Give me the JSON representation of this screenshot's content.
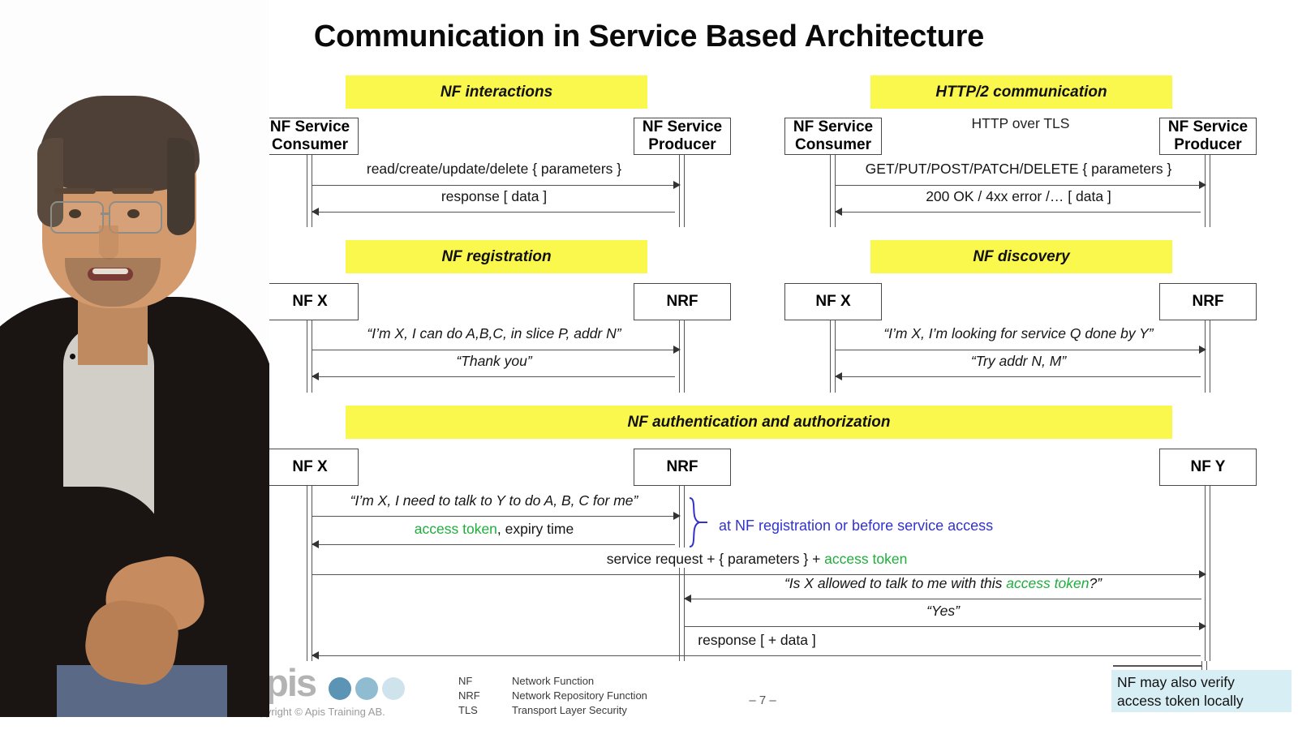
{
  "slide": {
    "title": "Communication in Service Based Architecture",
    "page_number": "– 7 –"
  },
  "panels": [
    {
      "id": "nf-interactions",
      "banner": "NF interactions",
      "sublabel": "",
      "left_actor": "NF Service\nConsumer",
      "left_actor_line1": "NF Service",
      "left_actor_line2": "Consumer",
      "right_actor_line1": "NF Service",
      "right_actor_line2": "Producer",
      "messages": [
        {
          "text": "read/create/update/delete { parameters }",
          "dir": "right",
          "italic": false
        },
        {
          "text": "response [ data ]",
          "dir": "left",
          "italic": false
        }
      ]
    },
    {
      "id": "http2-communication",
      "banner": "HTTP/2 communication",
      "sublabel": "HTTP over TLS",
      "left_actor_line1": "NF Service",
      "left_actor_line2": "Consumer",
      "right_actor_line1": "NF Service",
      "right_actor_line2": "Producer",
      "messages": [
        {
          "text": "GET/PUT/POST/PATCH/DELETE { parameters }",
          "dir": "right",
          "italic": false
        },
        {
          "text": "200 OK / 4xx error /…  [ data ]",
          "dir": "left",
          "italic": false
        }
      ]
    },
    {
      "id": "nf-registration",
      "banner": "NF registration",
      "sublabel": "",
      "left_actor_line1": "NF X",
      "left_actor_line2": "",
      "right_actor_line1": "NRF",
      "right_actor_line2": "",
      "messages": [
        {
          "text": "“I’m X, I can do A,B,C, in slice P, addr N”",
          "dir": "right",
          "italic": true
        },
        {
          "text": "“Thank you”",
          "dir": "left",
          "italic": true
        }
      ]
    },
    {
      "id": "nf-discovery",
      "banner": "NF discovery",
      "sublabel": "",
      "left_actor_line1": "NF X",
      "left_actor_line2": "",
      "right_actor_line1": "NRF",
      "right_actor_line2": "",
      "messages": [
        {
          "text": "“I’m X, I’m looking for service Q done by Y”",
          "dir": "right",
          "italic": true
        },
        {
          "text": "“Try addr N, M”",
          "dir": "left",
          "italic": true
        }
      ]
    }
  ],
  "auth_panel": {
    "banner": "NF authentication and authorization",
    "actors": {
      "left": "NF X",
      "middle": "NRF",
      "right": "NF Y"
    },
    "annotation": "at NF registration or before service access",
    "messages": {
      "m1": "“I’m X, I need to talk to Y to do A, B, C for me”",
      "m2_token": "access token",
      "m2_rest": ", expiry time",
      "m3_pre": "service request + { parameters } + ",
      "m3_token": "access token",
      "m4_pre": "“Is X allowed to talk to me with this ",
      "m4_token": "access token",
      "m4_post": "?”",
      "m5": "“Yes”",
      "m6": "response [ + data ]"
    },
    "note_line1": "NF may also verify",
    "note_line2": "access token locally"
  },
  "footer": {
    "logo_text": "apis",
    "copyright": "Copyright © Apis Training AB.",
    "legend": [
      {
        "abbr": "NF",
        "expansion": "Network Function"
      },
      {
        "abbr": "NRF",
        "expansion": "Network Repository Function"
      },
      {
        "abbr": "TLS",
        "expansion": "Transport Layer Security"
      }
    ]
  },
  "colors": {
    "banner_yellow": "#fbf84d",
    "token_green": "#1fae3c",
    "annotation_blue": "#3333cc",
    "note_blue": "#d7eef5",
    "logo_gray": "#b3b3b3",
    "logo_dot1": "#5b94b4",
    "logo_dot2": "#8fbcd0",
    "logo_dot3": "#cfe3ec"
  }
}
